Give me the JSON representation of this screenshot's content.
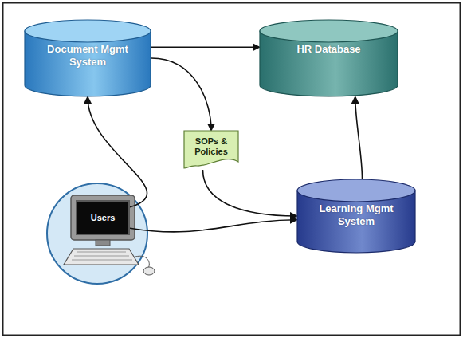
{
  "diagram": {
    "nodes": [
      {
        "text": [
          "Document Mgmt System"
        ]
      },
      {
        "text": [
          "HR Database"
        ]
      },
      {
        "text": [
          "SOPs & Policies"
        ]
      },
      {
        "text": [
          "Learning Mgmt System"
        ]
      },
      {
        "text": [
          "Users"
        ]
      }
    ],
    "edges": [
      {
        "from": 0,
        "to": 1,
        "arrow": "to"
      },
      {
        "from": 0,
        "to": 2,
        "arrow": "to"
      },
      {
        "from": 2,
        "to": 3,
        "arrow": "to"
      },
      {
        "from": 3,
        "to": 1,
        "arrow": "to"
      },
      {
        "from": 4,
        "to": 0,
        "arrow": "to"
      },
      {
        "from": 4,
        "to": 3,
        "arrow": "to"
      }
    ]
  }
}
